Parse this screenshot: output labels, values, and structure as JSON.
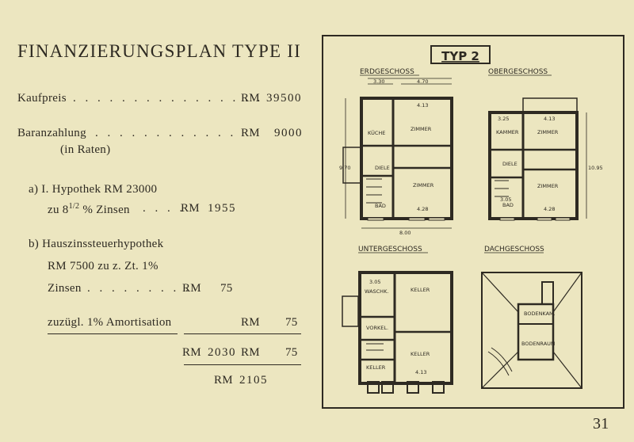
{
  "title": "FINANZIERUNGSPLAN TYPE II",
  "rows": {
    "kaufpreis": {
      "label": "Kaufpreis",
      "currency": "RM",
      "amount": "39500"
    },
    "baranzahlung": {
      "label": "Baranzahlung",
      "currency": "RM",
      "amount": "9000",
      "note": "(in Raten)"
    },
    "hyp_a": {
      "line1": "a) I. Hypothek RM 23000",
      "line2_prefix": "zu 8",
      "line2_frac": "1/2",
      "line2_suffix": "% Zinsen",
      "currency": "RM",
      "amount": "1955"
    },
    "hyp_b": {
      "line1": "b) Hauszinssteuerhypothek",
      "line2": "RM 7500 zu z. Zt. 1%",
      "line3_label": "Zinsen",
      "currency": "RM",
      "amount": "75"
    },
    "amortisation": {
      "label": "zuzügl. 1% Amortisation",
      "currency": "RM",
      "amount": "75"
    },
    "subtotal": {
      "currency_a": "RM",
      "amount_a": "2030",
      "currency_b": "RM",
      "amount_b": "75"
    },
    "total": {
      "currency": "RM",
      "amount": "2105"
    }
  },
  "plans": {
    "heading": "TYP 2",
    "erdgeschoss": {
      "label": "ERDGESCHOSS",
      "rooms": [
        "KÜCHE",
        "ZIMMER",
        "DIELE",
        "ZIMMER",
        "BAD"
      ],
      "dims": [
        "3.30",
        "4.70",
        "4.13",
        "8.00",
        "9.70",
        "4.28"
      ]
    },
    "obergeschoss": {
      "label": "OBERGESCHOSS",
      "rooms": [
        "KAMMER",
        "ZIMMER",
        "DIELE",
        "ZIMMER",
        "BAD"
      ],
      "dims": [
        "3.25",
        "4.13",
        "10.95",
        "3.05",
        "4.28"
      ]
    },
    "untergeschoss": {
      "label": "UNTERGESCHOSS",
      "rooms": [
        "WASCHK.",
        "KELLER",
        "VORKEL.",
        "KELLER",
        "KELLER"
      ],
      "dims": [
        "3.05",
        "4.13"
      ]
    },
    "dachgeschoss": {
      "label": "DACHGESCHOSS",
      "rooms": [
        "BODENKAM.",
        "BODENRAUM"
      ]
    }
  },
  "page_number": "31"
}
